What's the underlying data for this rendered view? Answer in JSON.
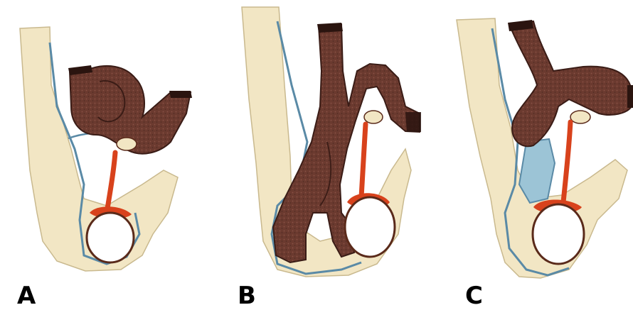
{
  "panels": [
    {
      "label": "A"
    },
    {
      "label": "B"
    },
    {
      "label": "C"
    }
  ],
  "colors": {
    "tissue": "#f2e6c4",
    "tissue_edge": "#c9b98e",
    "bowel": "#6b3a2f",
    "bowel_dark": "#3a1c16",
    "sac": "#9cc4d6",
    "sac_edge": "#5a8aa6",
    "cord": "#d8421c",
    "testis_fill": "#ffffff",
    "testis_edge": "#5a2a1a"
  }
}
